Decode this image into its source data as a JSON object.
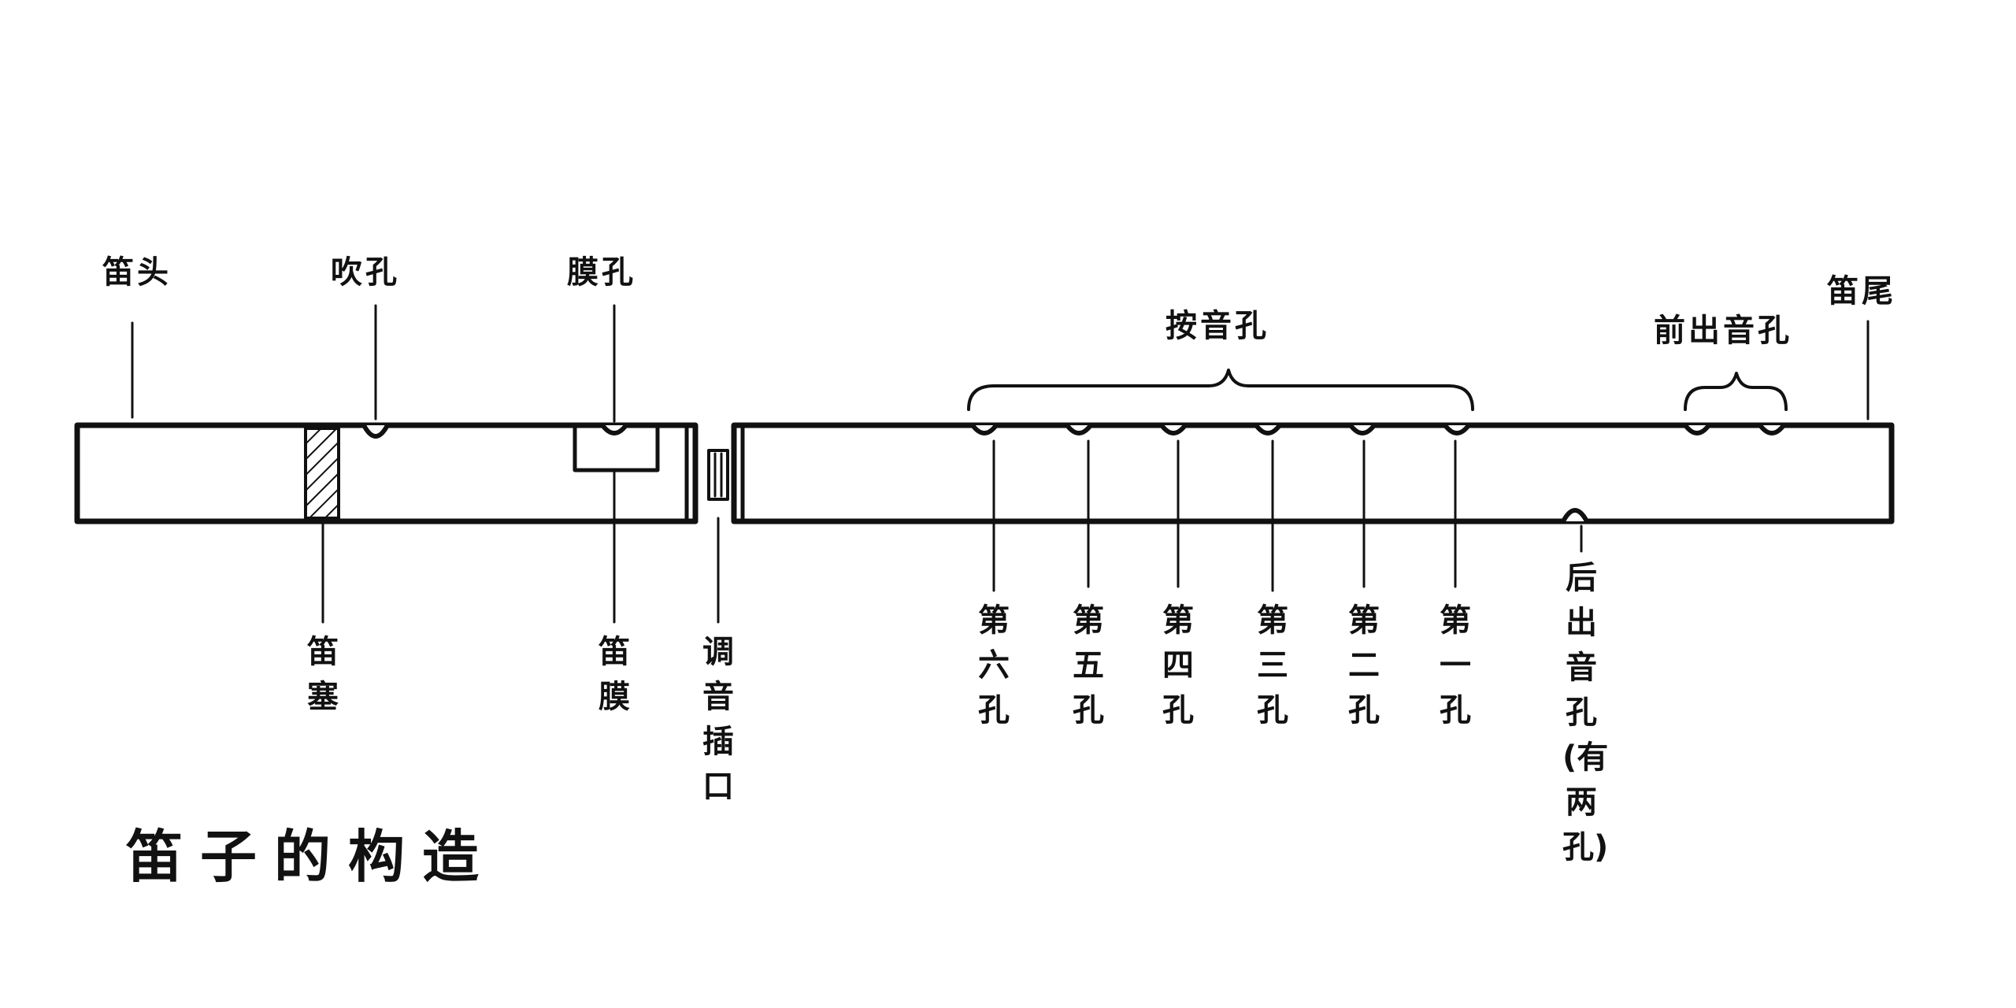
{
  "title": "笛子的构造",
  "labels": {
    "head": "笛头",
    "blow_hole": "吹孔",
    "membrane_hole": "膜孔",
    "finger_holes": "按音孔",
    "front_tone_holes": "前出音孔",
    "tail": "笛尾",
    "plug": "笛塞",
    "membrane": "笛膜",
    "tuning_joint": "调音插口",
    "hole_6": "第六孔",
    "hole_5": "第五孔",
    "hole_4": "第四孔",
    "hole_3": "第三孔",
    "hole_2": "第二孔",
    "hole_1": "第一孔",
    "back_tone_hole": "后出音孔(有两孔)"
  },
  "colors": {
    "ink": "#111111",
    "background": "#ffffff"
  }
}
